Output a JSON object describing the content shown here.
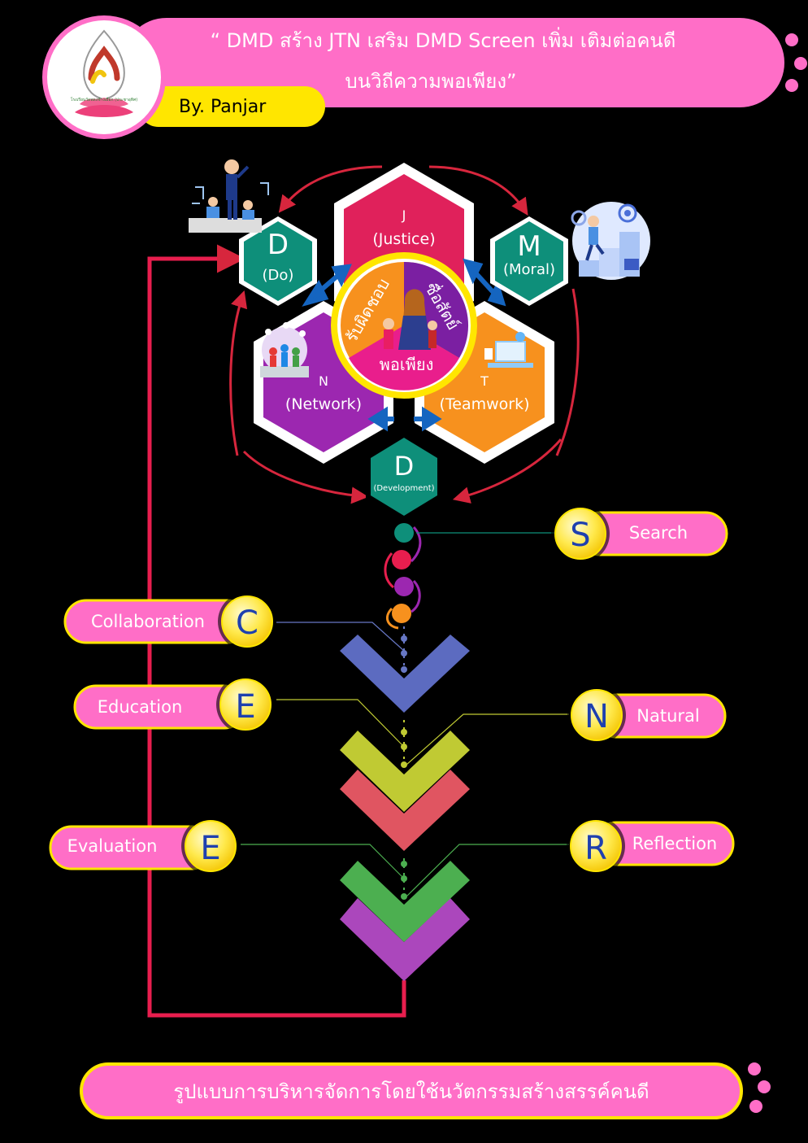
{
  "header": {
    "title_line1": "“ DMD สร้าง JTN เสริม DMD Screen เพิ่ม เติมต่อคนดี",
    "title_line2": "บนวิถีความพอเพียง”",
    "author": "By. Panjar",
    "logo_caption": "โรงเรียนวัดพลงช้างเผือก (ประชาอุทิศ)"
  },
  "hexagons": {
    "do": {
      "letter": "D",
      "label": "(Do)"
    },
    "moral": {
      "letter": "M",
      "label": "(Moral)"
    },
    "justice": {
      "letter": "J",
      "label": "(Justice)"
    },
    "network": {
      "letter": "N",
      "label": "(Network)"
    },
    "teamwork": {
      "letter": "T",
      "label": "(Teamwork)"
    },
    "development": {
      "letter": "D",
      "label": "(Development)"
    }
  },
  "center": {
    "left": "รับผิดชอบ",
    "right": "ซื่อสัตย์",
    "bottom": "พอเพียง"
  },
  "steps": {
    "search": {
      "letter": "S",
      "label": "Search"
    },
    "collaboration": {
      "letter": "C",
      "label": "Collaboration"
    },
    "education": {
      "letter": "E",
      "label": "Education"
    },
    "natural": {
      "letter": "N",
      "label": "Natural"
    },
    "evaluation": {
      "letter": "E",
      "label": "Evaluation"
    },
    "reflection": {
      "letter": "R",
      "label": "Reflection"
    }
  },
  "footer": {
    "text": "รูปแบบการบริหารจัดการโดยใช้นวัตกรรมสร้างสรรค์คนดี"
  },
  "colors": {
    "pink": "#ff6ec7",
    "yellow": "#ffe600",
    "teal": "#0e8f7a",
    "crimson": "#e81e63",
    "purple": "#8e24aa",
    "orange": "#f7911e",
    "red": "#d7263d"
  }
}
